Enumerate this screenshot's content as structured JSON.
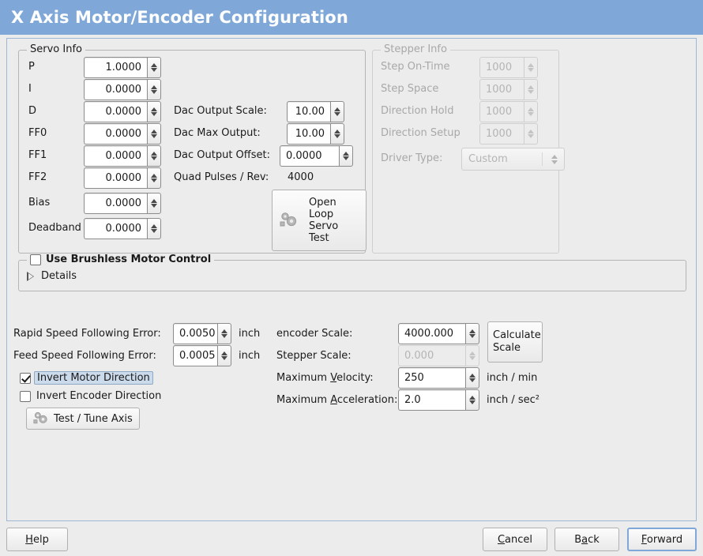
{
  "window": {
    "title": "X Axis Motor/Encoder Configuration",
    "title_bar_color": "#7fa8d8",
    "background_color": "#ececec"
  },
  "servo_group": {
    "legend": "Servo Info",
    "pid_rows": [
      {
        "label": "P",
        "value": "1.0000"
      },
      {
        "label": "I",
        "value": "0.0000"
      },
      {
        "label": "D",
        "value": "0.0000"
      },
      {
        "label": "FF0",
        "value": "0.0000"
      },
      {
        "label": "FF1",
        "value": "0.0000"
      },
      {
        "label": "FF2",
        "value": "0.0000"
      },
      {
        "label": "Bias",
        "value": "0.0000"
      },
      {
        "label": "Deadband",
        "value": "0.0000"
      }
    ],
    "dac_output_scale_label": "Dac Output Scale:",
    "dac_output_scale_value": "10.00",
    "dac_max_output_label": "Dac Max Output:",
    "dac_max_output_value": "10.00",
    "dac_output_offset_label": "Dac Output Offset:",
    "dac_output_offset_value": "0.0000",
    "quad_pulses_label": "Quad Pulses / Rev:",
    "quad_pulses_value": "4000",
    "open_loop_button": {
      "line1": "Open",
      "line2": "Loop",
      "line3": "Servo",
      "line4": "Test",
      "icon": "gears-icon"
    }
  },
  "stepper_group": {
    "legend": "Stepper Info",
    "enabled": false,
    "rows": [
      {
        "label": "Step On-Time",
        "value": "1000"
      },
      {
        "label": "Step Space",
        "value": "1000"
      },
      {
        "label": "Direction Hold",
        "value": "1000"
      },
      {
        "label": "Direction Setup",
        "value": "1000"
      }
    ],
    "driver_type_label": "Driver Type:",
    "driver_type_value": "Custom"
  },
  "brushless_group": {
    "checkbox_label": "Use Brushless Motor Control",
    "checked": false,
    "details_label": "Details",
    "details_expanded": false
  },
  "following_errors": {
    "rapid_label": "Rapid Speed Following Error:",
    "rapid_value": "0.0050",
    "rapid_unit": "inch",
    "feed_label": "Feed Speed Following Error:",
    "feed_value": "0.0005",
    "feed_unit": "inch"
  },
  "invert_options": {
    "motor_label": "Invert Motor Direction",
    "motor_checked": true,
    "motor_focused": true,
    "encoder_label": "Invert Encoder Direction",
    "encoder_checked": false
  },
  "test_tune_button": {
    "label": "Test / Tune Axis",
    "icon": "gears-icon"
  },
  "scales": {
    "encoder_scale_label": "encoder Scale:",
    "encoder_scale_value": "4000.000",
    "stepper_scale_label": "Stepper Scale:",
    "stepper_scale_value": "0.000",
    "stepper_scale_enabled": false,
    "max_velocity_label_pre": "Maximum ",
    "max_velocity_label_key": "V",
    "max_velocity_label_post": "elocity:",
    "max_velocity_value": "250",
    "max_velocity_unit": "inch / min",
    "max_accel_label_pre": "Maximum ",
    "max_accel_label_key": "A",
    "max_accel_label_post": "cceleration:",
    "max_accel_value": "2.0",
    "max_accel_unit": "inch / sec²",
    "calculate_button_line1": "Calculate",
    "calculate_button_line2": "Scale"
  },
  "bottom_bar": {
    "help": {
      "key": "H",
      "rest": "elp"
    },
    "cancel": {
      "key": "C",
      "rest": "ancel"
    },
    "back": {
      "pre": "B",
      "key": "a",
      "rest": "ck"
    },
    "forward": {
      "key": "F",
      "rest": "orward",
      "focused": true
    }
  }
}
